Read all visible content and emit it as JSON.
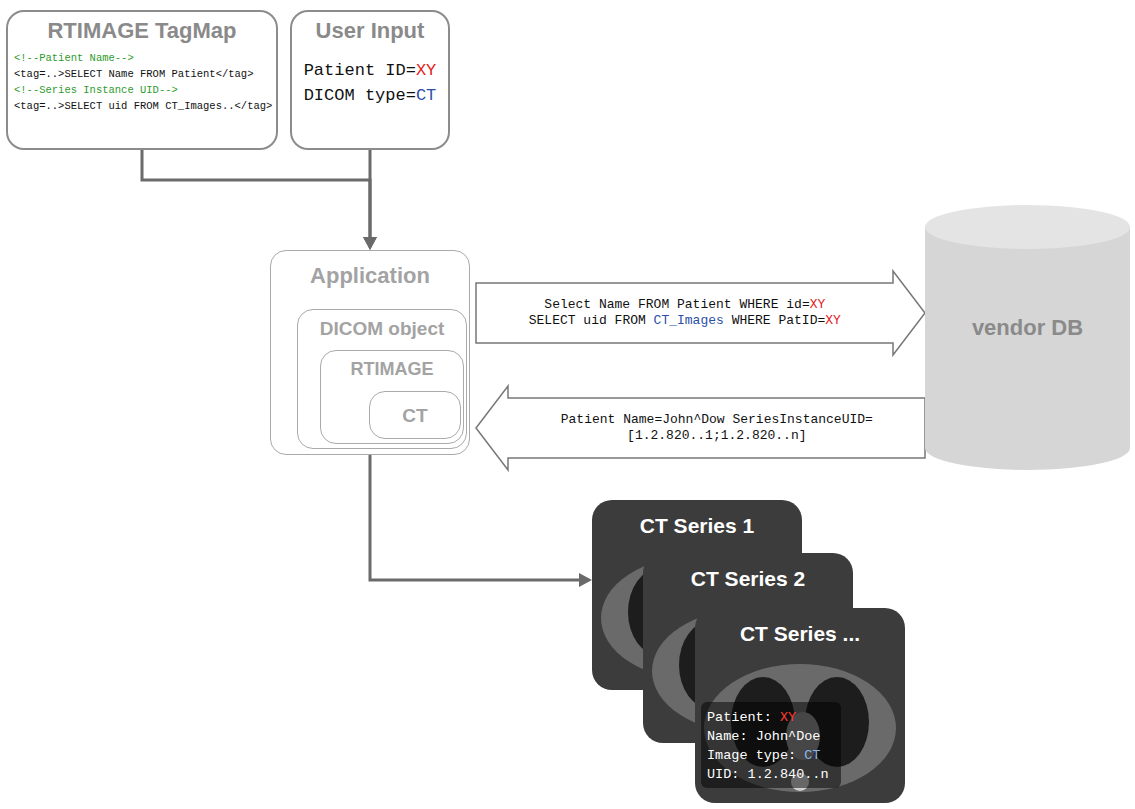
{
  "diagram": {
    "nodes": [
      {
        "text": [
          "RTIMAGE TagMap",
          "<!--Patient Name-->",
          "<tag=..>SELECT Name FROM Patient</tag>",
          "<!--Series Instance UID-->",
          "<tag=..>SELECT uid FROM CT_Images..</tag>"
        ]
      },
      {
        "text": [
          "User Input",
          "Patient ID=XY",
          "DICOM type=CT"
        ]
      },
      {
        "text": [
          "Application"
        ]
      },
      {
        "text": [
          "DICOM object"
        ],
        "in": 2
      },
      {
        "text": [
          "RTIMAGE"
        ],
        "in": 3
      },
      {
        "text": [
          "CT"
        ],
        "in": 4
      },
      {
        "text": [
          "vendor DB"
        ]
      },
      {
        "text": [
          "CT Series 1"
        ]
      },
      {
        "text": [
          "CT Series 2"
        ]
      },
      {
        "text": [
          "CT Series ...",
          "Patient: XY",
          "Name: John^Doe",
          "Image type: CT",
          "UID: 1.2.840..n"
        ]
      }
    ],
    "edges": [
      {
        "from": 0,
        "to": 2,
        "arrow": "to"
      },
      {
        "from": 1,
        "to": 2,
        "arrow": "to"
      },
      {
        "from": 2,
        "to": 6,
        "arrow": "to",
        "label": "Select Name FROM Patient WHERE id=XY SELECT uid FROM CT_Images WHERE PatID=XY"
      },
      {
        "from": 6,
        "to": 2,
        "arrow": "to",
        "label": "Patient Name=John^Dow SeriesInstanceUID=[1.2.820..1;1.2.820..n]"
      },
      {
        "from": 2,
        "to": 7,
        "arrow": "to"
      }
    ]
  }
}
